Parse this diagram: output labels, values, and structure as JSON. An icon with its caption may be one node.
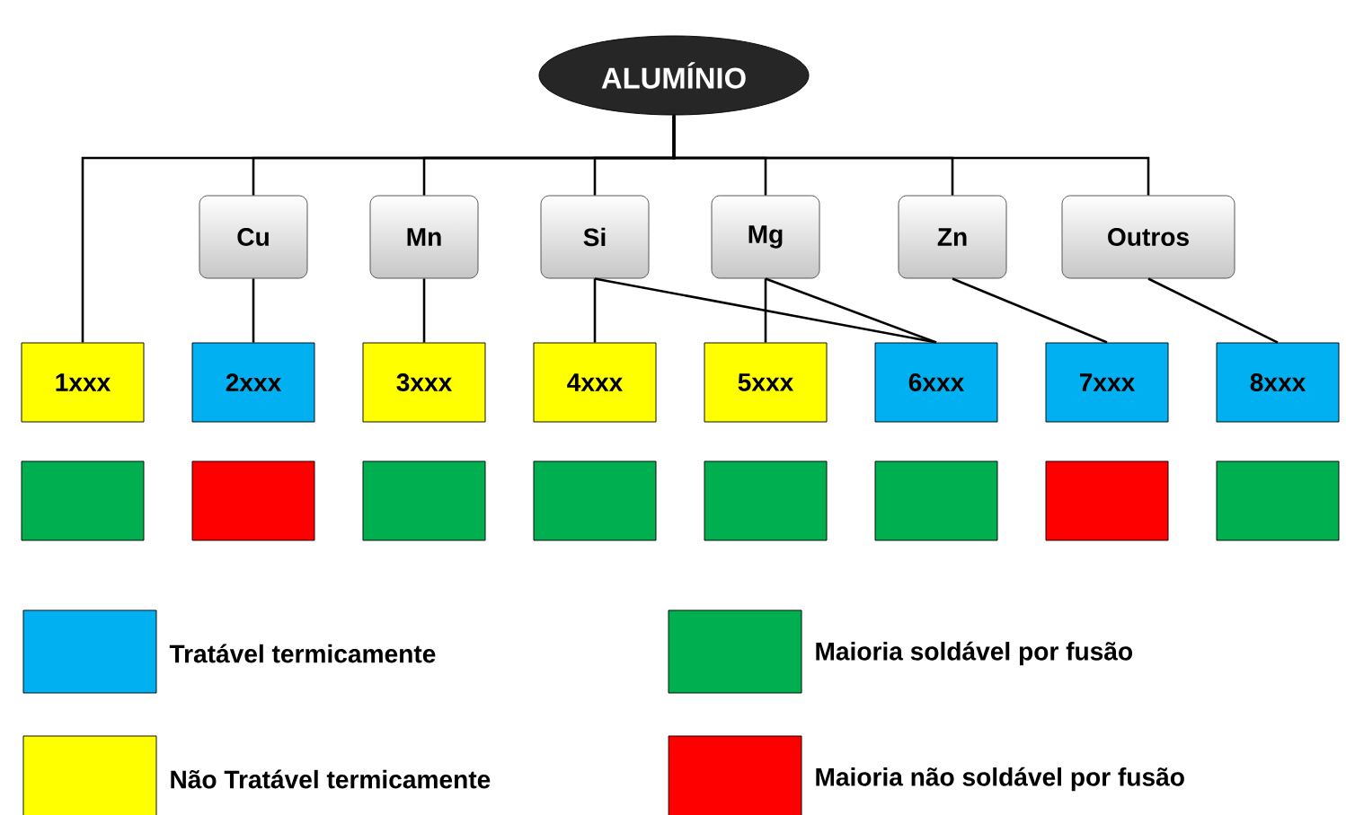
{
  "diagram": {
    "nodes": [
      {
        "text": [
          "ALUMÍNIO"
        ]
      },
      {
        "text": [
          "Cu"
        ]
      },
      {
        "text": [
          "Mn"
        ]
      },
      {
        "text": [
          "Si"
        ]
      },
      {
        "text": [
          "Mg"
        ]
      },
      {
        "text": [
          "Zn"
        ]
      },
      {
        "text": [
          "Outros"
        ]
      },
      {
        "text": [
          "1xxx"
        ]
      },
      {
        "text": [
          "2xxx"
        ]
      },
      {
        "text": [
          "3xxx"
        ]
      },
      {
        "text": [
          "4xxx"
        ]
      },
      {
        "text": [
          "5xxx"
        ]
      },
      {
        "text": [
          "6xxx"
        ]
      },
      {
        "text": [
          "7xxx"
        ]
      },
      {
        "text": [
          "8xxx"
        ]
      },
      {
        "text": [],
        "shape": "box"
      },
      {
        "text": [],
        "shape": "box"
      },
      {
        "text": [],
        "shape": "box"
      },
      {
        "text": [],
        "shape": "box"
      },
      {
        "text": [],
        "shape": "box"
      },
      {
        "text": [],
        "shape": "box"
      },
      {
        "text": [],
        "shape": "box"
      },
      {
        "text": [],
        "shape": "box"
      }
    ],
    "edges": [
      {
        "from": 0,
        "to": 7,
        "arrow": "none"
      },
      {
        "from": 0,
        "to": 1,
        "arrow": "none"
      },
      {
        "from": 0,
        "to": 2,
        "arrow": "none"
      },
      {
        "from": 0,
        "to": 3,
        "arrow": "none"
      },
      {
        "from": 0,
        "to": 4,
        "arrow": "none"
      },
      {
        "from": 0,
        "to": 5,
        "arrow": "none"
      },
      {
        "from": 0,
        "to": 6,
        "arrow": "none"
      },
      {
        "from": 1,
        "to": 8,
        "arrow": "none"
      },
      {
        "from": 2,
        "to": 9,
        "arrow": "none"
      },
      {
        "from": 3,
        "to": 10,
        "arrow": "none"
      },
      {
        "from": 3,
        "to": 12,
        "arrow": "none"
      },
      {
        "from": 4,
        "to": 11,
        "arrow": "none"
      },
      {
        "from": 4,
        "to": 12,
        "arrow": "none"
      },
      {
        "from": 5,
        "to": 13,
        "arrow": "none"
      },
      {
        "from": 6,
        "to": 14,
        "arrow": "none"
      }
    ],
    "legend": [
      {
        "text": "Tratável termicamente",
        "color": "#00b0f0"
      },
      {
        "text": "Maioria soldável por fusão",
        "color": "#00b050"
      },
      {
        "text": "Não Tratável termicamente",
        "color": "#ffff00"
      },
      {
        "text": "Maioria não soldável por fusão",
        "color": "#ff0000"
      }
    ]
  }
}
